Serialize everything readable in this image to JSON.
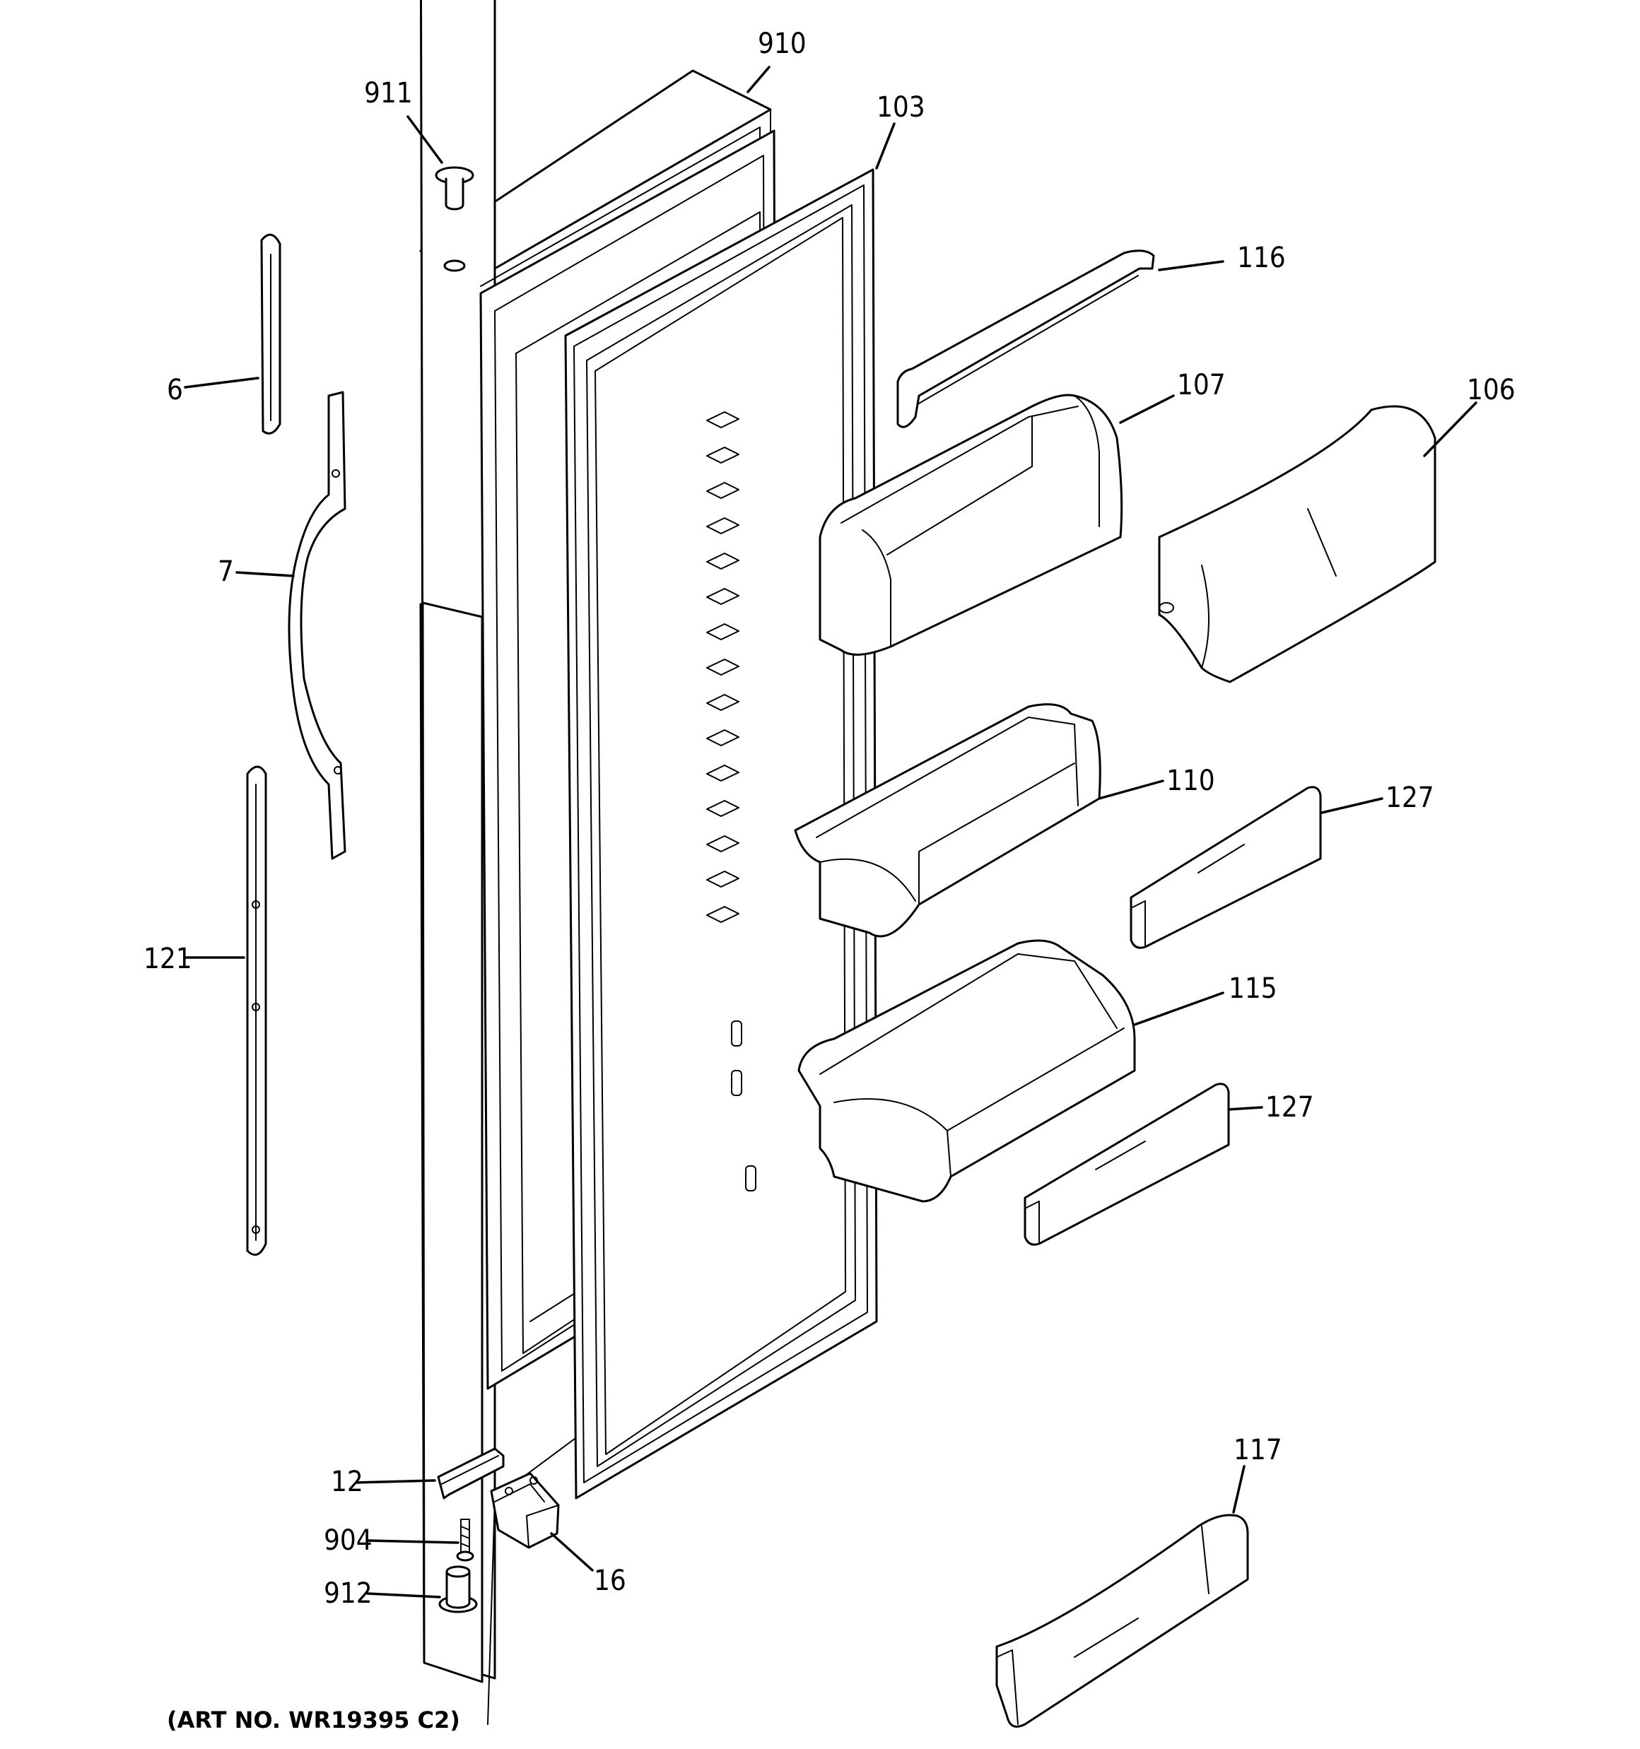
{
  "diagram": {
    "parts": [
      {
        "id": "p910",
        "label": "910",
        "name": "door-outer-shell"
      },
      {
        "id": "p911",
        "label": "911",
        "name": "top-hinge-bushing"
      },
      {
        "id": "p103",
        "label": "103",
        "name": "door-gasket"
      },
      {
        "id": "p116",
        "label": "116",
        "name": "shelf-rail"
      },
      {
        "id": "p107",
        "label": "107",
        "name": "upper-door-bin"
      },
      {
        "id": "p106",
        "label": "106",
        "name": "dairy-compartment-door"
      },
      {
        "id": "p6",
        "label": "6",
        "name": "upper-handle-trim"
      },
      {
        "id": "p7",
        "label": "7",
        "name": "door-handle"
      },
      {
        "id": "p121",
        "label": "121",
        "name": "lower-handle-trim"
      },
      {
        "id": "p110",
        "label": "110",
        "name": "middle-door-bin"
      },
      {
        "id": "p127a",
        "label": "127",
        "name": "bin-front-upper"
      },
      {
        "id": "p115",
        "label": "115",
        "name": "lower-door-bin"
      },
      {
        "id": "p127b",
        "label": "127",
        "name": "bin-front-lower"
      },
      {
        "id": "p12",
        "label": "12",
        "name": "door-stop"
      },
      {
        "id": "p904",
        "label": "904",
        "name": "screw"
      },
      {
        "id": "p912",
        "label": "912",
        "name": "bottom-hinge-bushing"
      },
      {
        "id": "p16",
        "label": "16",
        "name": "bottom-hinge-bracket"
      },
      {
        "id": "p117",
        "label": "117",
        "name": "bottom-bin-front"
      }
    ],
    "art_number": "(ART NO. WR19395 C2)"
  }
}
